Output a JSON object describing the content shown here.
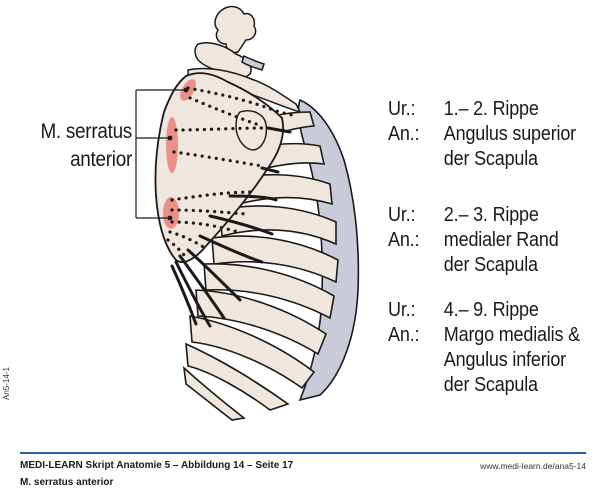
{
  "figure": {
    "muscle_label": [
      "M. serratus",
      "anterior"
    ],
    "colors": {
      "bone_fill": "#efe6dd",
      "cartilage_fill": "#c9ccd8",
      "muscle_origin": "#e8837a",
      "outline": "#1a1a1a",
      "footer_rule": "#2a5ea8"
    },
    "parts": [
      {
        "origin_key": "Ur.:",
        "origin_value": "1.– 2. Rippe",
        "insertion_key": "An.:",
        "insertion_lines": [
          "Angulus superior",
          "der Scapula"
        ]
      },
      {
        "origin_key": "Ur.:",
        "origin_value": "2.– 3. Rippe",
        "insertion_key": "An.:",
        "insertion_lines": [
          "medialer Rand",
          "der Scapula"
        ]
      },
      {
        "origin_key": "Ur.:",
        "origin_value": "4.– 9. Rippe",
        "insertion_key": "An.:",
        "insertion_lines": [
          "Margo medialis &",
          "Angulus inferior",
          "der Scapula"
        ]
      }
    ],
    "side_code": "An5-14-1"
  },
  "footer": {
    "title": "MEDI-LEARN Skript Anatomie 5 – Abbildung 14 – Seite 17",
    "url": "www.medi-learn.de/ana5-14",
    "subtitle": "M. serratus anterior"
  }
}
